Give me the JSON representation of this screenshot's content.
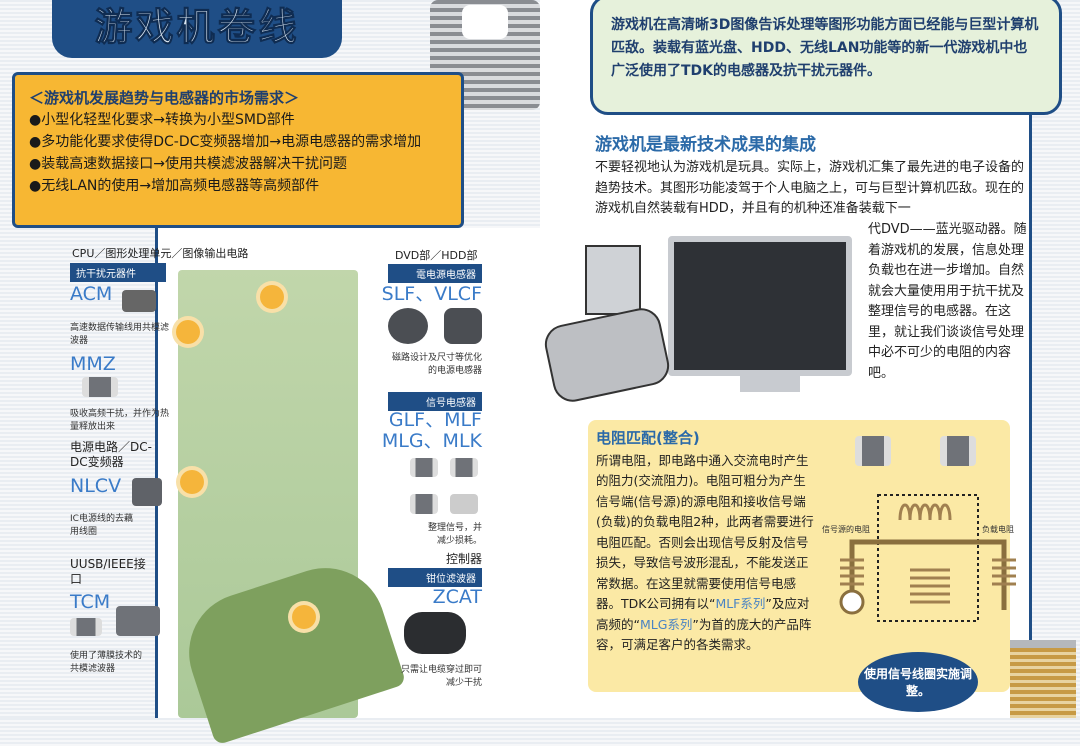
{
  "title": "游戏机卷线",
  "intro": "游戏机在高清晰3D图像告诉处理等图形功能方面已经能与巨型计算机匹敌。装载有蓝光盘、HDD、无线LAN功能等的新一代游戏机中也广泛使用了TDK的电感器及抗干扰元器件。",
  "trends": {
    "heading": "＜游戏机发展趋势与电感器的市场需求＞",
    "items": [
      "●小型化轻型化要求→转换为小型SMD部件",
      "●多功能化要求使得DC-DC变频器增加→电源电感器的需求增加",
      "●装载高速数据接口→使用共模滤波器解决干扰问题",
      "●无线LAN的使用→增加高频电感器等高频部件"
    ]
  },
  "left": {
    "cpu_label": "CPU／图形处理单元／图像输出电路",
    "cpu_tag": "抗干扰元器件",
    "acm": {
      "name": "ACM",
      "desc": "高速数据传输线用共模滤波器"
    },
    "mmz": {
      "name": "MMZ",
      "desc": "吸收高频干扰，并作为热量释放出来"
    },
    "power_label": "电源电路／DC-DC变频器",
    "nlcv": {
      "name": "NLCV",
      "desc": "IC电源线的去藕用线圈"
    },
    "usb_label": "UUSB/IEEE接口",
    "tcm": {
      "name": "TCM",
      "desc": "使用了薄膜技术的共模滤波器"
    },
    "dvd_label": "DVD部／HDD部",
    "dvd_tag": "電电源电感器",
    "slf": {
      "name": "SLF、VLCF",
      "desc": "磁路设计及尺寸等优化的电源电感器"
    },
    "signal_tag": "信号电感器",
    "glf": {
      "name1": "GLF、MLF",
      "name2": "MLG、MLK",
      "desc": "整理信号，并减少损耗。"
    },
    "ctrl_label": "控制器",
    "ctrl_tag": "钳位滤波器",
    "zcat": {
      "name": "ZCAT",
      "desc": "只需让电缆穿过即可减少干扰"
    }
  },
  "right": {
    "heading": "游戏机是最新技术成果的集成",
    "para_wide": "不要轻视地认为游戏机是玩具。实际上，游戏机汇集了最先进的电子设备的趋势技术。其图形功能凌驾于个人电脑之上，可与巨型计算机匹敌。现在的游戏机自然装载有HDD，并且有的机种还准备装载下一",
    "para_narrow": "代DVD——蓝光驱动器。随着游戏机的发展，信息处理负载也在进一步增加。自然就会大量使用用于抗干扰及整理信号的电感器。在这里，就让我们谈谈信号处理中必不可少的电阻的内容吧。",
    "box_heading": "电阻匹配(整合)",
    "box_text_1": "所谓电阻，即电路中通入交流电时产生的阻力(交流阻力)。电阻可粗分为产生信号端(信号源)的源电阻和接收信号端(负载)的负载电阻2种，此两者需要进行电阻匹配。否则会出现信号反射及信号损失，导致信号波形混乱，不能发送正常数据。在这里就需要使用信号电感器。TDK公司拥有以“",
    "box_mlf": "MLF系列",
    "box_text_2": "”及应对高频的“",
    "box_mlg": "MLG系列",
    "box_text_3": "”为首的庞大的产品阵容，可满足客户的各类需求。",
    "source_label": "信号源的电阻",
    "load_label": "负载电阻",
    "callout": "使用信号线圈实施调整。"
  },
  "colors": {
    "navy": "#1f4e86",
    "orange": "#f7b733",
    "yellow": "#fbe9a5",
    "accent": "#3a7bc8"
  }
}
